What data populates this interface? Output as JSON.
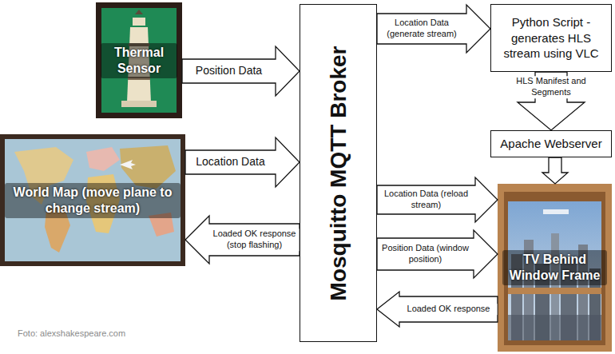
{
  "diagram": {
    "nodes": [
      {
        "text": [
          "Thermal Sensor"
        ]
      },
      {
        "text": [
          "World Map (move plane to change stream)"
        ]
      },
      {
        "text": [
          "Mosquitto MQTT Broker"
        ]
      },
      {
        "text": [
          "Python Script - generates HLS stream using VLC"
        ]
      },
      {
        "text": [
          "Apache Webserver"
        ]
      },
      {
        "text": [
          "TV Behind Window Frame"
        ]
      }
    ],
    "edges": [
      {
        "from": 0,
        "to": 2,
        "label": "Position Data",
        "arrow": "to"
      },
      {
        "from": 1,
        "to": 2,
        "label": "Location Data",
        "arrow": "to"
      },
      {
        "from": 2,
        "to": 1,
        "label": "Loaded OK response (stop flashing)",
        "arrow": "to"
      },
      {
        "from": 2,
        "to": 3,
        "label": "Location Data (generate stream)",
        "arrow": "to"
      },
      {
        "from": 3,
        "to": 4,
        "label": "HLS Manifest and Segments",
        "arrow": "to"
      },
      {
        "from": 4,
        "to": 5,
        "arrow": "to"
      },
      {
        "from": 2,
        "to": 5,
        "label": "Location Data (reload stream)",
        "arrow": "to"
      },
      {
        "from": 2,
        "to": 5,
        "label": "Position Data (window position)",
        "arrow": "to"
      },
      {
        "from": 5,
        "to": 2,
        "label": "Loaded OK response",
        "arrow": "to"
      }
    ],
    "labels": [
      "Foto: alexshakespeare.com"
    ]
  }
}
